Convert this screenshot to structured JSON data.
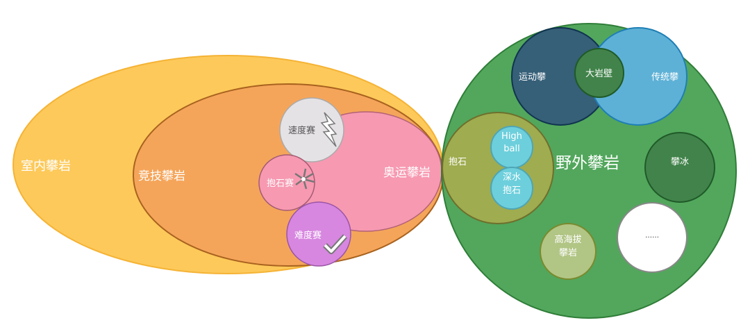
{
  "indoor": {
    "label": "室内攀岩",
    "competition": {
      "label": "竞技攀岩",
      "olympic": "奥运攀岩",
      "speed": "速度赛",
      "bouldering": "抱石赛",
      "lead": "难度赛"
    }
  },
  "outdoor": {
    "label": "野外攀岩",
    "sport": "运动攀",
    "trad": "传统攀",
    "bigwall": "大岩壁",
    "boulder": "抱石",
    "highball_1": "High",
    "highball_2": "ball",
    "dws_1": "深水",
    "dws_2": "抱石",
    "ice": "攀冰",
    "alpine_1": "高海拔",
    "alpine_2": "攀岩",
    "more": "……"
  },
  "colors": {
    "indoor": "#fdc95a",
    "competition": "#f5a55a",
    "olympic": "#f799b1",
    "speed": "#e5e2e6",
    "lead": "#d787e0",
    "outdoor": "#52a75c",
    "sport": "#365f78",
    "trad": "#5eb1d6",
    "bigwall": "#41834a",
    "boulder": "#9fac4f",
    "highball": "#6dcfdc",
    "alpine": "#b1c585"
  }
}
